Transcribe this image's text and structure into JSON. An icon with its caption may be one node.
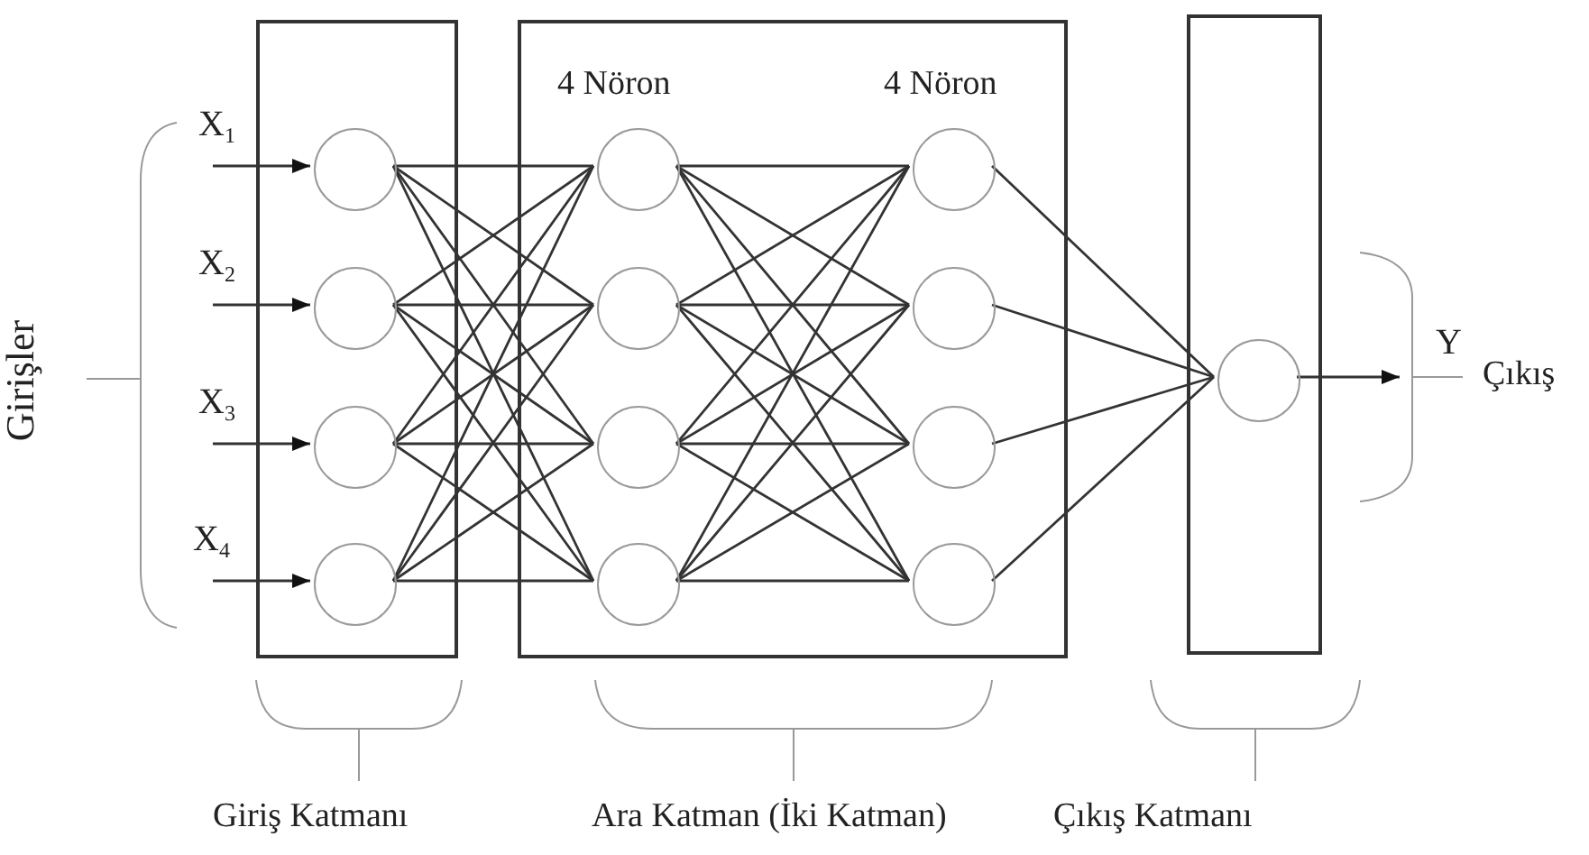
{
  "diagram": {
    "nodes": [
      {
        "text": [],
        "shape": "box"
      },
      {
        "text": [
          "4 Nöron",
          "4 Nöron"
        ]
      },
      {
        "text": [],
        "shape": "box"
      },
      {
        "text": [],
        "shape": "circle",
        "in": 0
      },
      {
        "text": [],
        "shape": "circle",
        "in": 0
      },
      {
        "text": [],
        "shape": "circle",
        "in": 0
      },
      {
        "text": [],
        "shape": "circle",
        "in": 0
      },
      {
        "text": [],
        "shape": "circle",
        "in": 1
      },
      {
        "text": [],
        "shape": "circle",
        "in": 1
      },
      {
        "text": [],
        "shape": "circle",
        "in": 1
      },
      {
        "text": [],
        "shape": "circle",
        "in": 1
      },
      {
        "text": [],
        "shape": "circle",
        "in": 1
      },
      {
        "text": [],
        "shape": "circle",
        "in": 1
      },
      {
        "text": [],
        "shape": "circle",
        "in": 1
      },
      {
        "text": [],
        "shape": "circle",
        "in": 1
      },
      {
        "text": [],
        "shape": "circle",
        "in": 2
      }
    ],
    "edges": [
      {
        "from": null,
        "to": 3,
        "arrow": "to"
      },
      {
        "from": null,
        "to": 4,
        "arrow": "to"
      },
      {
        "from": null,
        "to": 5,
        "arrow": "to"
      },
      {
        "from": null,
        "to": 6,
        "arrow": "to"
      },
      {
        "from": 3,
        "to": 7,
        "arrow": "none"
      },
      {
        "from": 3,
        "to": 8,
        "arrow": "none"
      },
      {
        "from": 3,
        "to": 9,
        "arrow": "none"
      },
      {
        "from": 3,
        "to": 10,
        "arrow": "none"
      },
      {
        "from": 4,
        "to": 7,
        "arrow": "none"
      },
      {
        "from": 4,
        "to": 8,
        "arrow": "none"
      },
      {
        "from": 4,
        "to": 9,
        "arrow": "none"
      },
      {
        "from": 4,
        "to": 10,
        "arrow": "none"
      },
      {
        "from": 5,
        "to": 7,
        "arrow": "none"
      },
      {
        "from": 5,
        "to": 8,
        "arrow": "none"
      },
      {
        "from": 5,
        "to": 9,
        "arrow": "none"
      },
      {
        "from": 5,
        "to": 10,
        "arrow": "none"
      },
      {
        "from": 6,
        "to": 7,
        "arrow": "none"
      },
      {
        "from": 6,
        "to": 8,
        "arrow": "none"
      },
      {
        "from": 6,
        "to": 9,
        "arrow": "none"
      },
      {
        "from": 6,
        "to": 10,
        "arrow": "none"
      },
      {
        "from": 7,
        "to": 11,
        "arrow": "none"
      },
      {
        "from": 7,
        "to": 12,
        "arrow": "none"
      },
      {
        "from": 7,
        "to": 13,
        "arrow": "none"
      },
      {
        "from": 7,
        "to": 14,
        "arrow": "none"
      },
      {
        "from": 8,
        "to": 11,
        "arrow": "none"
      },
      {
        "from": 8,
        "to": 12,
        "arrow": "none"
      },
      {
        "from": 8,
        "to": 13,
        "arrow": "none"
      },
      {
        "from": 8,
        "to": 14,
        "arrow": "none"
      },
      {
        "from": 9,
        "to": 11,
        "arrow": "none"
      },
      {
        "from": 9,
        "to": 12,
        "arrow": "none"
      },
      {
        "from": 9,
        "to": 13,
        "arrow": "none"
      },
      {
        "from": 9,
        "to": 14,
        "arrow": "none"
      },
      {
        "from": 10,
        "to": 11,
        "arrow": "none"
      },
      {
        "from": 10,
        "to": 12,
        "arrow": "none"
      },
      {
        "from": 10,
        "to": 13,
        "arrow": "none"
      },
      {
        "from": 10,
        "to": 14,
        "arrow": "none"
      },
      {
        "from": 11,
        "to": 15,
        "arrow": "none"
      },
      {
        "from": 12,
        "to": 15,
        "arrow": "none"
      },
      {
        "from": 13,
        "to": 15,
        "arrow": "none"
      },
      {
        "from": 14,
        "to": 15,
        "arrow": "none"
      },
      {
        "from": 15,
        "to": null,
        "arrow": "to"
      }
    ],
    "labels": [
      "Girişler",
      "X$_{1}$",
      "X$_{2}$",
      "X$_{3}$",
      "X$_{4}$",
      "Y",
      "Çıkış",
      "Giriş Katmanı",
      "Ara Katman (İki Katman)",
      "Çıkış Katmanı"
    ]
  }
}
